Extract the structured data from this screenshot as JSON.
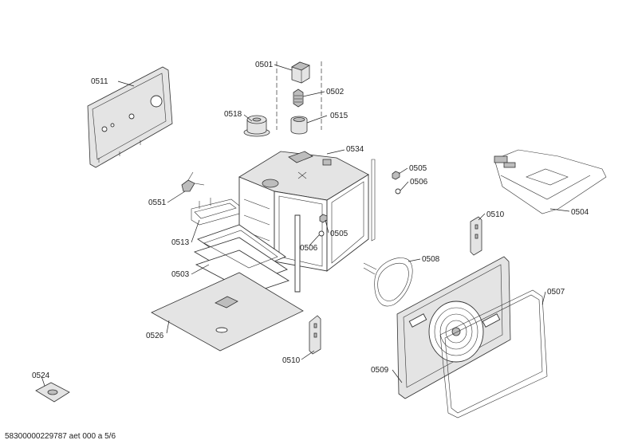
{
  "labels": {
    "l0501": "0501",
    "l0502": "0502",
    "l0515": "0515",
    "l0518": "0518",
    "l0511": "0511",
    "l0534": "0534",
    "l0505a": "0505",
    "l0506a": "0506",
    "l0551": "0551",
    "l0513": "0513",
    "l0505b": "0505",
    "l0506b": "0506",
    "l0503": "0503",
    "l0504": "0504",
    "l0510a": "0510",
    "l0508": "0508",
    "l0507": "0507",
    "l0526": "0526",
    "l0510b": "0510",
    "l0509": "0509",
    "l0524": "0524"
  },
  "footer": "58300000229787 aet 000 a 5/6"
}
